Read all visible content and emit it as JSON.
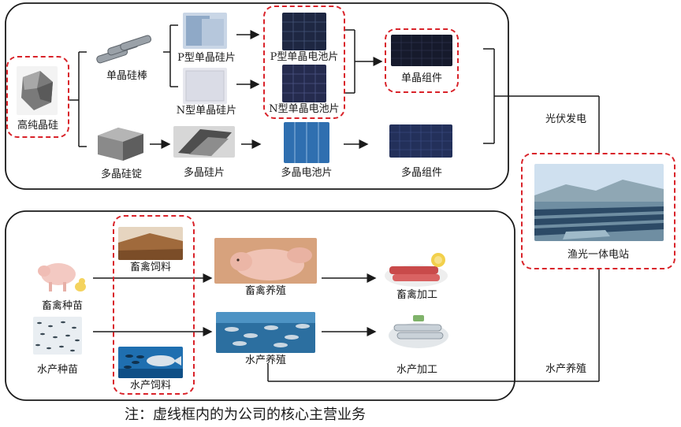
{
  "solar": {
    "high_purity_si": "高纯晶硅",
    "mono_rod": "单晶硅棒",
    "p_wafer": "P型单晶硅片",
    "n_wafer": "N型单晶硅片",
    "p_cell": "P型单晶电池片",
    "n_cell": "N型单晶电池片",
    "mono_module": "单晶组件",
    "poly_ingot": "多晶硅锭",
    "poly_wafer": "多晶硅片",
    "poly_cell": "多晶电池片",
    "poly_module": "多晶组件"
  },
  "connectors": {
    "pv_power": "光伏发电",
    "aquaculture": "水产养殖"
  },
  "plant": {
    "fishery_pv_station": "渔光一体电站"
  },
  "agri": {
    "livestock_seed": "畜禽种苗",
    "aquatic_seed": "水产种苗",
    "livestock_feed": "畜禽饲料",
    "aquatic_feed": "水产饲料",
    "livestock_farming": "畜禽养殖",
    "aquatic_farming": "水产养殖",
    "livestock_processing": "畜禽加工",
    "aquatic_processing": "水产加工"
  },
  "footnote": "注：虚线框内的为公司的核心主营业务",
  "colors": {
    "accent_red": "#d9232a",
    "line": "#1a1a1a"
  }
}
